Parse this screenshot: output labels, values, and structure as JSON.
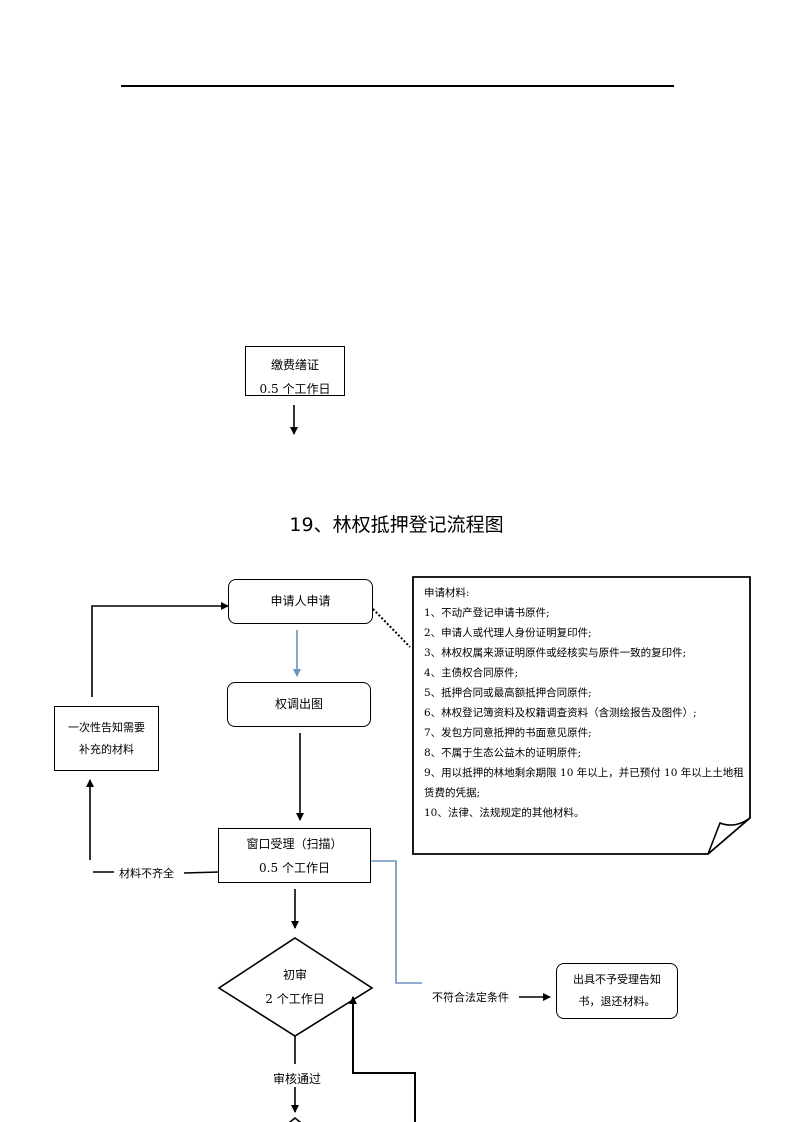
{
  "top_box": {
    "line1": "缴费缮证",
    "line2": "0.5 个工作日"
  },
  "section_title": "19、林权抵押登记流程图",
  "nodes": {
    "apply": "申请人申请",
    "survey": "权调出图",
    "window": {
      "line1": "窗口受理（扫描）",
      "line2": "0.5 个工作日"
    },
    "inform": {
      "line1": "一次性告知需要",
      "line2": "补充的材料"
    },
    "review": {
      "line1": "初审",
      "line2": "2 个工作日"
    },
    "reject": {
      "line1": "出具不予受理告知",
      "line2": "书，退还材料。"
    }
  },
  "labels": {
    "incomplete": "材料不齐全",
    "not_qualified": "不符合法定条件",
    "passed": "审核通过"
  },
  "materials_note": {
    "heading": "申请材料:",
    "items": [
      "1、不动产登记申请书原件;",
      "2、申请人或代理人身份证明复印件;",
      "3、林权权属来源证明原件或经核实与原件一致的复印件;",
      "4、主债权合同原件;",
      "5、抵押合同或最高额抵押合同原件;",
      "6、林权登记簿资料及权籍调查资料（含测绘报告及图件）;",
      "7、发包方同意抵押的书面意见原件;",
      "8、不属于生态公益木的证明原件;",
      "9、用以抵押的林地剩余期限 10 年以上，并已预付 10 年以上土地租赁费的凭据;",
      "10、法律、法规规定的其他材料。"
    ]
  },
  "colors": {
    "line": "#000000",
    "blue_connector": "#6d93c3"
  }
}
